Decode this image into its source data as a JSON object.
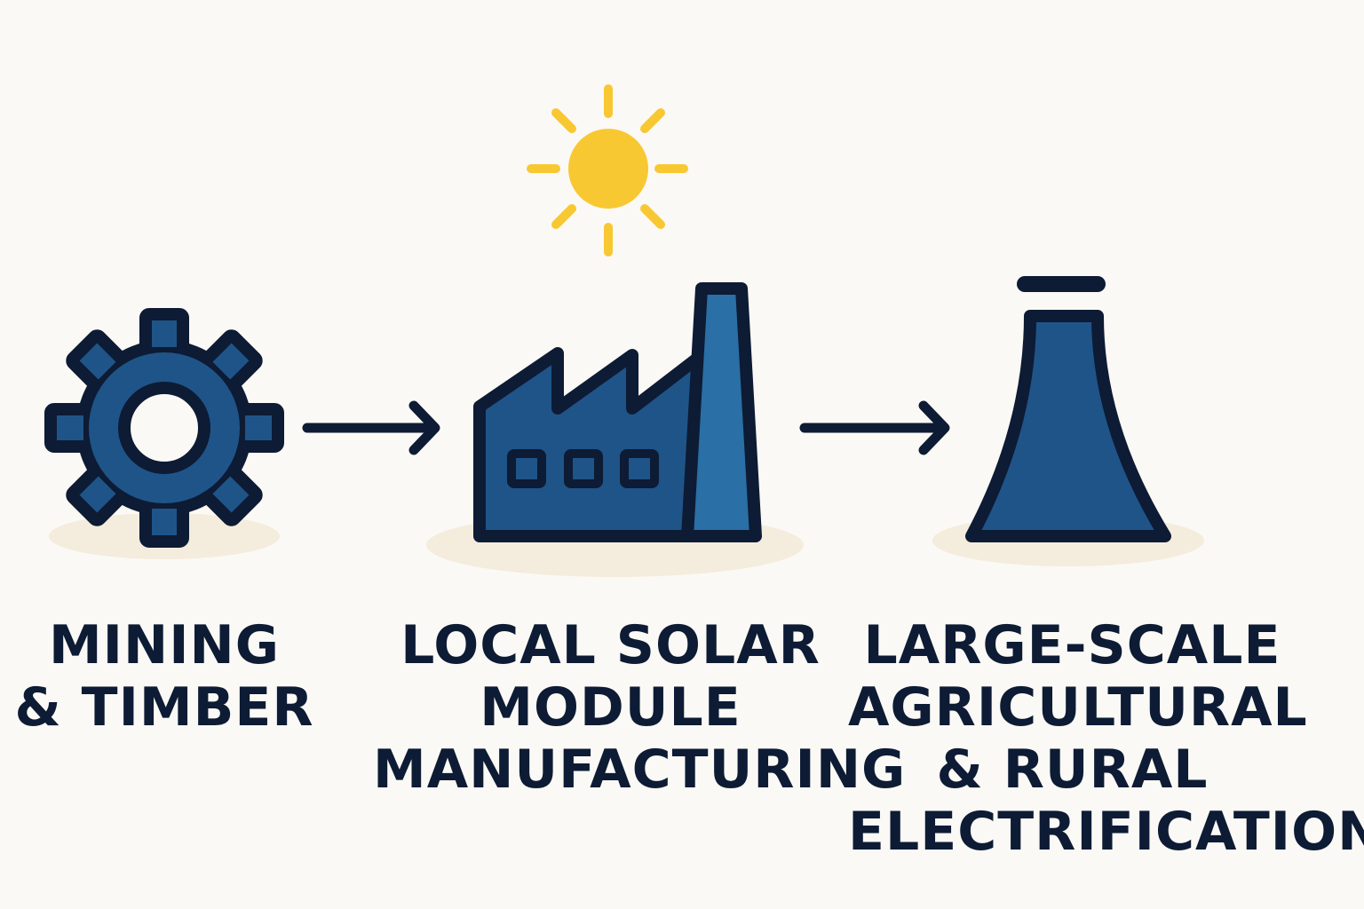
{
  "colors": {
    "background": "#fbf9f5",
    "icon_fill": "#1f5489",
    "icon_stroke": "#0d1b34",
    "sun": "#f8c832",
    "ground_shadow": "#f4ecdc",
    "text": "#0d1b34"
  },
  "steps": [
    {
      "icon": "gear-icon",
      "lines": [
        "MINING",
        "& TIMBER"
      ]
    },
    {
      "icon": "factory-icon",
      "lines": [
        "LOCAL SOLAR",
        "MODULE",
        "MANUFACTURING"
      ]
    },
    {
      "icon": "cooling-tower-icon",
      "lines": [
        "LARGE-SCALE",
        "AGRICULTURAL",
        "& RURAL",
        "ELECTRIFICATION"
      ]
    }
  ],
  "decorations": {
    "sun": "sun-icon",
    "arrows": [
      "arrow-right-icon",
      "arrow-right-icon"
    ]
  }
}
